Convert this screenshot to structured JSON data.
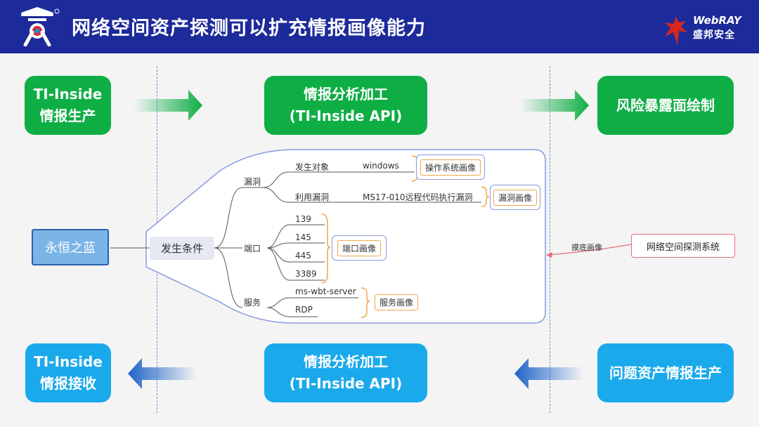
{
  "header": {
    "title": "网络空间资产探测可以扩充情报画像能力",
    "brand_en": "WebRAY",
    "brand_cn": "盛邦安全"
  },
  "top_row": {
    "box1": {
      "line1": "TI-Inside",
      "line2": "情报生产"
    },
    "box2": {
      "line1": "情报分析加工",
      "line2": "(TI-Inside API)"
    },
    "box3": {
      "line1": "风险暴露面绘制"
    }
  },
  "bottom_row": {
    "box1": {
      "line1": "TI-Inside",
      "line2": "情报接收"
    },
    "box2": {
      "line1": "情报分析加工",
      "line2": "(TI-Inside API)"
    },
    "box3": {
      "line1": "问题资产情报生产"
    }
  },
  "mindmap": {
    "root": "永恒之蓝",
    "center": "发生条件",
    "branches": {
      "vuln": {
        "label": "漏洞",
        "items": [
          {
            "label": "发生对象",
            "value": "windows",
            "tag": "操作系统画像"
          },
          {
            "label": "利用漏洞",
            "value": "MS17-010远程代码执行漏洞",
            "tag": "漏洞画像"
          }
        ]
      },
      "port": {
        "label": "端口",
        "items": [
          "139",
          "145",
          "445",
          "3389"
        ],
        "tag": "端口画像"
      },
      "service": {
        "label": "服务",
        "items": [
          "ms-wbt-server",
          "RDP"
        ],
        "tag": "服务画像"
      }
    }
  },
  "side": {
    "system": "网络空间探测系统",
    "arrow_label": "摸底画像"
  },
  "colors": {
    "header_bg": "#1d2a9a",
    "green": "#0fae45",
    "blue": "#1aa9eb",
    "root_box": "#7bb4e6",
    "orange_tag": "#f0a64a",
    "red_tag": "#e86a7a"
  }
}
